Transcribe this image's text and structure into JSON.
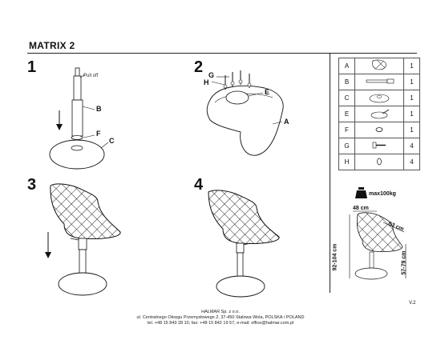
{
  "header": {
    "title": "MATRIX 2"
  },
  "steps": [
    "1",
    "2",
    "3",
    "4"
  ],
  "step1": {
    "pull_off": "Pull off",
    "labels": [
      "B",
      "F",
      "C"
    ]
  },
  "step2": {
    "labels": [
      "G",
      "H",
      "E",
      "A"
    ]
  },
  "parts_table": {
    "rows": [
      {
        "letter": "A",
        "qty": "1",
        "icon": "seat-icon"
      },
      {
        "letter": "B",
        "qty": "1",
        "icon": "gas-lift-icon"
      },
      {
        "letter": "C",
        "qty": "1",
        "icon": "base-plate-icon"
      },
      {
        "letter": "E",
        "qty": "1",
        "icon": "mechanism-icon"
      },
      {
        "letter": "F",
        "qty": "1",
        "icon": "ring-icon"
      },
      {
        "letter": "G",
        "qty": "4",
        "icon": "screw-icon"
      },
      {
        "letter": "H",
        "qty": "4",
        "icon": "washer-icon"
      }
    ]
  },
  "max_load": "max100kg",
  "dimensions": {
    "width": "48 cm",
    "depth": "53 cm",
    "height": "92-104 cm",
    "seat_height": "57-79 cm"
  },
  "footer": {
    "line1": "HALMAR Sp. z o.o.",
    "line2": "ul. Centralnego Okręgu Przemysłowego 2, 37-450 Stalowa Wola, POLSKA / POLAND",
    "line3": "tel. +48 15 843 28 10, fax: +48 15 842 19 57, e-mail: office@halmar.com.pl"
  },
  "version": "V.2"
}
